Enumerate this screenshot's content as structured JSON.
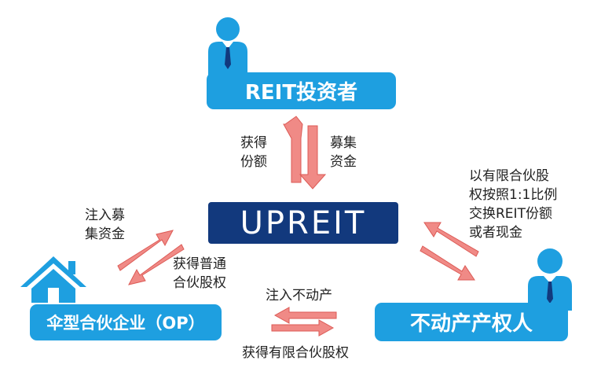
{
  "nodes": {
    "investor": "REIT投资者",
    "center": "UPREIT",
    "partnership": "伞型合伙企业（OP）",
    "owner": "不动产产权人"
  },
  "edges": {
    "investor_gets": [
      "获得",
      "份额"
    ],
    "investor_raises": [
      "募集",
      "资金"
    ],
    "inject_funds": [
      "注入募",
      "集资金"
    ],
    "get_common_units": [
      "获得普通",
      "合伙股权"
    ],
    "exchange": [
      "以有限合伙股",
      "权按照1:1比例",
      "交换REIT份额",
      "或者现金"
    ],
    "inject_property": "注入不动产",
    "get_limited_units": "获得有限合伙股权"
  },
  "icons": [
    "person-icon",
    "house-icon",
    "person-icon"
  ],
  "colors": {
    "box_blue": "#1e9fe0",
    "center_navy": "#12397d",
    "arrow_pink": "#f08a86",
    "arrow_stroke": "#d9534f"
  }
}
